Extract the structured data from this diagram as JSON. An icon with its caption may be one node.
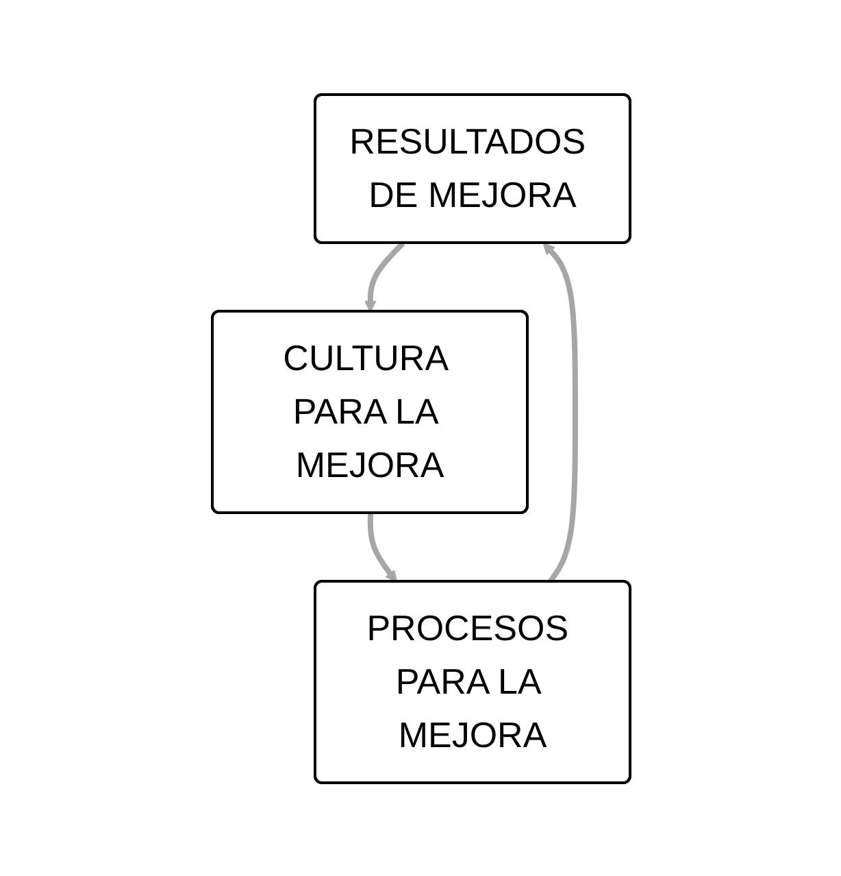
{
  "diagram": {
    "nodes": [
      {
        "text": [
          "RESULTADOS DE MEJORA"
        ]
      },
      {
        "text": [
          "CULTURA PARA LA MEJORA"
        ]
      },
      {
        "text": [
          "PROCESOS PARA LA MEJORA"
        ]
      }
    ],
    "edges": [
      {
        "from": 0,
        "to": 1,
        "arrow": "to"
      },
      {
        "from": 1,
        "to": 2,
        "arrow": "to"
      },
      {
        "from": 2,
        "to": 0,
        "arrow": "to"
      }
    ]
  }
}
